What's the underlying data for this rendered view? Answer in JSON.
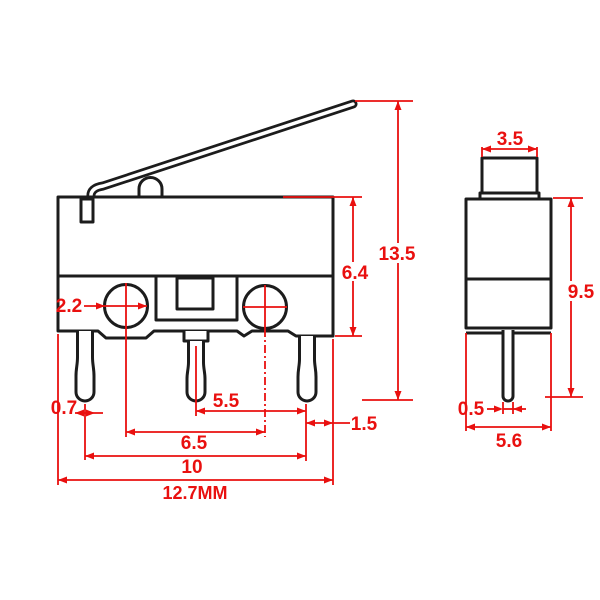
{
  "figure": {
    "type": "technical-dimension-drawing",
    "subject": "micro limit switch with hinge lever, front and side views",
    "unit": "mm"
  },
  "front_view": {
    "dims": {
      "hole_diameter": "2.2",
      "pin_width": "0.7",
      "pin_pitch_right": "5.5",
      "hole_spacing": "6.5",
      "outer_pin_span": "10",
      "total_width": "12.7MM",
      "pin_edge_offset": "1.5",
      "body_height": "6.4",
      "total_height": "13.5"
    }
  },
  "side_view": {
    "dims": {
      "button_width": "3.5",
      "overall_height": "9.5",
      "pin_thickness": "0.5",
      "body_depth": "5.6"
    }
  },
  "colors": {
    "dimension_red": "#e9100f",
    "line_black": "#1c1c1c",
    "background": "#ffffff"
  }
}
